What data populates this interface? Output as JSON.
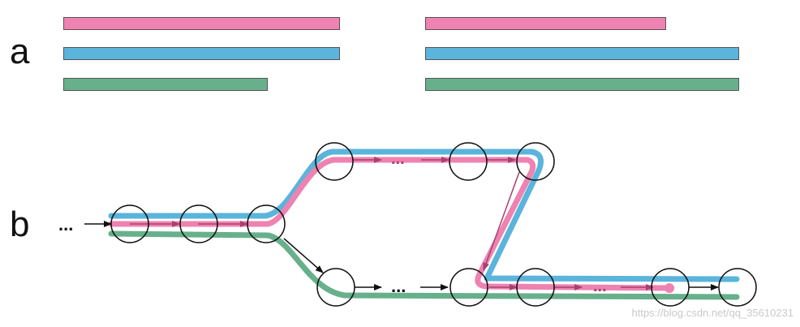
{
  "panels": {
    "a_label": "a",
    "b_label": "b"
  },
  "colors": {
    "pink": "#ee82b0",
    "blue": "#5ab4dc",
    "green": "#68b08c",
    "arrow_pink": "#a8416f"
  },
  "panel_a": {
    "left_group": [
      {
        "color_key": "pink",
        "relative_length": 1.0
      },
      {
        "color_key": "blue",
        "relative_length": 1.0
      },
      {
        "color_key": "green",
        "relative_length": 0.74
      }
    ],
    "right_group": [
      {
        "color_key": "pink",
        "relative_length": 0.77
      },
      {
        "color_key": "blue",
        "relative_length": 1.0
      },
      {
        "color_key": "green",
        "relative_length": 1.0
      }
    ]
  },
  "panel_b": {
    "ellipsis": "...",
    "ellipsis_upper": "...",
    "ellipsis_lower": "...",
    "ellipsis_pink": "..."
  },
  "watermark": "https://blog.csdn.net/qq_35610231"
}
